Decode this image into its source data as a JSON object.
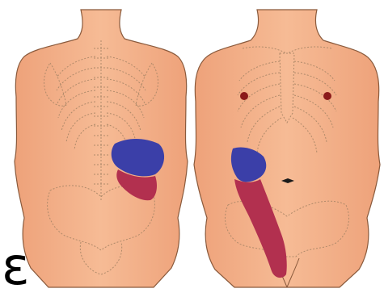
{
  "figure": {
    "panels": [
      {
        "view": "back",
        "referred_regions": [
          "blue",
          "red"
        ]
      },
      {
        "view": "front",
        "referred_regions": [
          "blue",
          "red"
        ],
        "markers": [
          "left-nipple",
          "right-nipple",
          "navel"
        ]
      }
    ],
    "corner_glyph": "ε"
  },
  "colors": {
    "skin": "#f4b48c",
    "skin_shadow": "#e59a72",
    "outline": "#8a5a3c",
    "bone_line": "#b08a6a",
    "region_blue": "#3b3fa8",
    "region_red": "#b2304f",
    "nipple": "#8b1a1a",
    "background": "#ffffff"
  }
}
